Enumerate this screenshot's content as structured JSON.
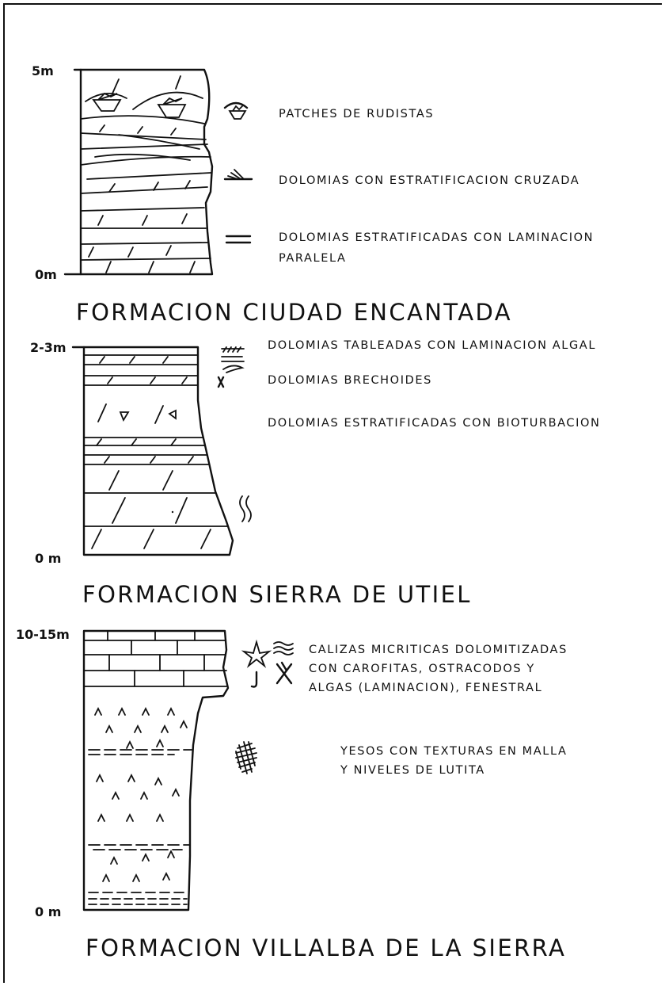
{
  "sections": [
    {
      "title": "FORMACION CIUDAD ENCANTADA",
      "scale_top": "5m",
      "scale_bottom": "0m",
      "legend": [
        {
          "icon": "rudist-patch-icon",
          "lines": [
            "PATCHES DE RUDISTAS"
          ]
        },
        {
          "icon": "cross-bedding-icon",
          "lines": [
            "DOLOMIAS CON ESTRATIFICACION CRUZADA"
          ]
        },
        {
          "icon": "parallel-lamination-icon",
          "lines": [
            "DOLOMIAS ESTRATIFICADAS CON LAMINACION",
            "PARALELA"
          ]
        }
      ]
    },
    {
      "title": "FORMACION SIERRA DE UTIEL",
      "scale_top": "2-3m",
      "scale_bottom": "0 m",
      "legend": [
        {
          "icon": "algal-lamination-icon",
          "lines": [
            "DOLOMIAS TABLEADAS CON LAMINACION ALGAL"
          ]
        },
        {
          "icon": "breccia-icon",
          "lines": [
            "DOLOMIAS BRECHOIDES"
          ]
        },
        {
          "icon": "bioturbation-icon",
          "lines": [
            "DOLOMIAS ESTRATIFICADAS CON BIOTURBACION"
          ]
        }
      ]
    },
    {
      "title": "FORMACION VILLALBA DE LA SIERRA",
      "scale_top": "10-15m",
      "scale_bottom": "0 m",
      "legend": [
        {
          "icon": "charophyte-ostracod-icon",
          "lines": [
            "CALIZAS MICRITICAS DOLOMITIZADAS",
            "CON CAROFITAS, OSTRACODOS Y",
            "ALGAS (LAMINACION), FENESTRAL"
          ]
        },
        {
          "icon": "chicken-wire-gypsum-icon",
          "lines": [
            "YESOS CON TEXTURAS EN MALLA",
            "Y NIVELES DE LUTITA"
          ]
        }
      ]
    }
  ]
}
